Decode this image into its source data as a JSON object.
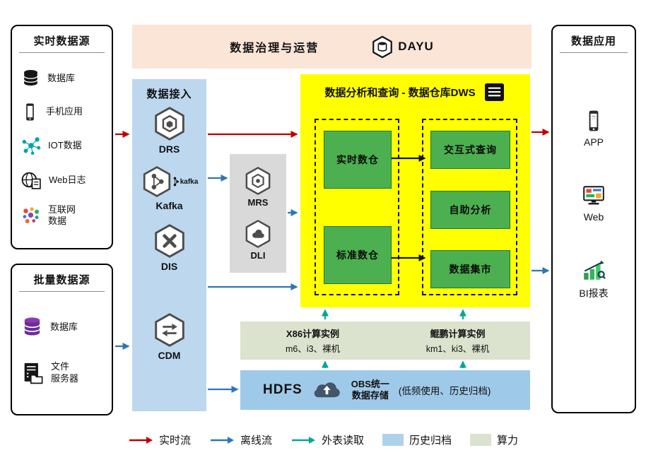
{
  "banner": {
    "title": "数据治理与运营",
    "logo_text": "DAYU",
    "logo_icon": "dayu-hexagon-icon",
    "bg": "#fbe5d6"
  },
  "realtime_sources": {
    "title": "实时数据源",
    "items": [
      {
        "label": "数据库",
        "icon": "database-icon"
      },
      {
        "label": "手机应用",
        "icon": "mobile-phone-icon"
      },
      {
        "label": "IOT数据",
        "icon": "iot-network-icon"
      },
      {
        "label": "Web日志",
        "icon": "web-log-globe-icon"
      },
      {
        "label": "互联网数据",
        "lines": [
          "互联网",
          "数据"
        ],
        "icon": "internet-data-icon"
      }
    ]
  },
  "batch_sources": {
    "title": "批量数据源",
    "items": [
      {
        "label": "数据库",
        "icon": "database-purple-icon"
      },
      {
        "label": "文件服务器",
        "lines": [
          "文件",
          "服务器"
        ],
        "icon": "file-server-icon"
      }
    ]
  },
  "data_access": {
    "title": "数据接入",
    "services": [
      {
        "label": "DRS",
        "icon": "drs-hexagon-icon"
      },
      {
        "label": "Kafka",
        "icon": "kafka-hexagon-icon",
        "logo_text": "kafka"
      },
      {
        "label": "DIS",
        "icon": "dis-hexagon-icon"
      },
      {
        "label": "CDM",
        "icon": "cdm-hexagon-icon"
      }
    ]
  },
  "compute_engines": {
    "items": [
      {
        "label": "MRS",
        "icon": "mrs-hexagon-icon"
      },
      {
        "label": "DLI",
        "icon": "dli-hexagon-icon"
      }
    ]
  },
  "dws": {
    "title": "数据分析和查询 - 数据仓库DWS",
    "title_icon": "document-list-icon",
    "warehouses": [
      {
        "label": "实时数仓"
      },
      {
        "label": "标准数仓"
      }
    ],
    "services": [
      {
        "label": "交互式查询"
      },
      {
        "label": "自助分析"
      },
      {
        "label": "数据集市"
      }
    ]
  },
  "compute_instances": {
    "groups": [
      {
        "name": "X86计算实例",
        "spec": "m6、i3、裸机"
      },
      {
        "name": "鲲鹏计算实例",
        "spec": "km1、ki3、裸机"
      }
    ]
  },
  "storage": {
    "hdfs_label": "HDFS",
    "cloud_icon": "obs-cloud-upload-icon",
    "obs_lines": [
      "OBS统一",
      "数据存储"
    ],
    "note": "(低频使用、历史归档)"
  },
  "data_apps": {
    "title": "数据应用",
    "items": [
      {
        "label": "APP",
        "icon": "app-phone-icon"
      },
      {
        "label": "Web",
        "icon": "web-browser-icon"
      },
      {
        "label": "BI报表",
        "icon": "bi-chart-icon"
      }
    ]
  },
  "legend": {
    "items": [
      {
        "label": "实时流",
        "type": "arrow",
        "color": "#c00000"
      },
      {
        "label": "离线流",
        "type": "arrow",
        "color": "#2e75b6"
      },
      {
        "label": "外表读取",
        "type": "arrow",
        "color": "#00a896"
      },
      {
        "label": "历史归档",
        "type": "swatch",
        "color": "#aed2ec"
      },
      {
        "label": "算力",
        "type": "swatch",
        "color": "#dbe2cd"
      }
    ]
  },
  "colors": {
    "banner_bg": "#fbe5d6",
    "access_bg": "#bdd7ee",
    "engine_bg": "#d9d9d9",
    "dws_bg": "#ffff00",
    "green_box": "#4caf50",
    "compute_bg": "#dbe2cd",
    "storage_bg": "#9fc9e8",
    "realtime_flow": "#c00000",
    "offline_flow": "#2e75b6",
    "external_read": "#00a896"
  }
}
